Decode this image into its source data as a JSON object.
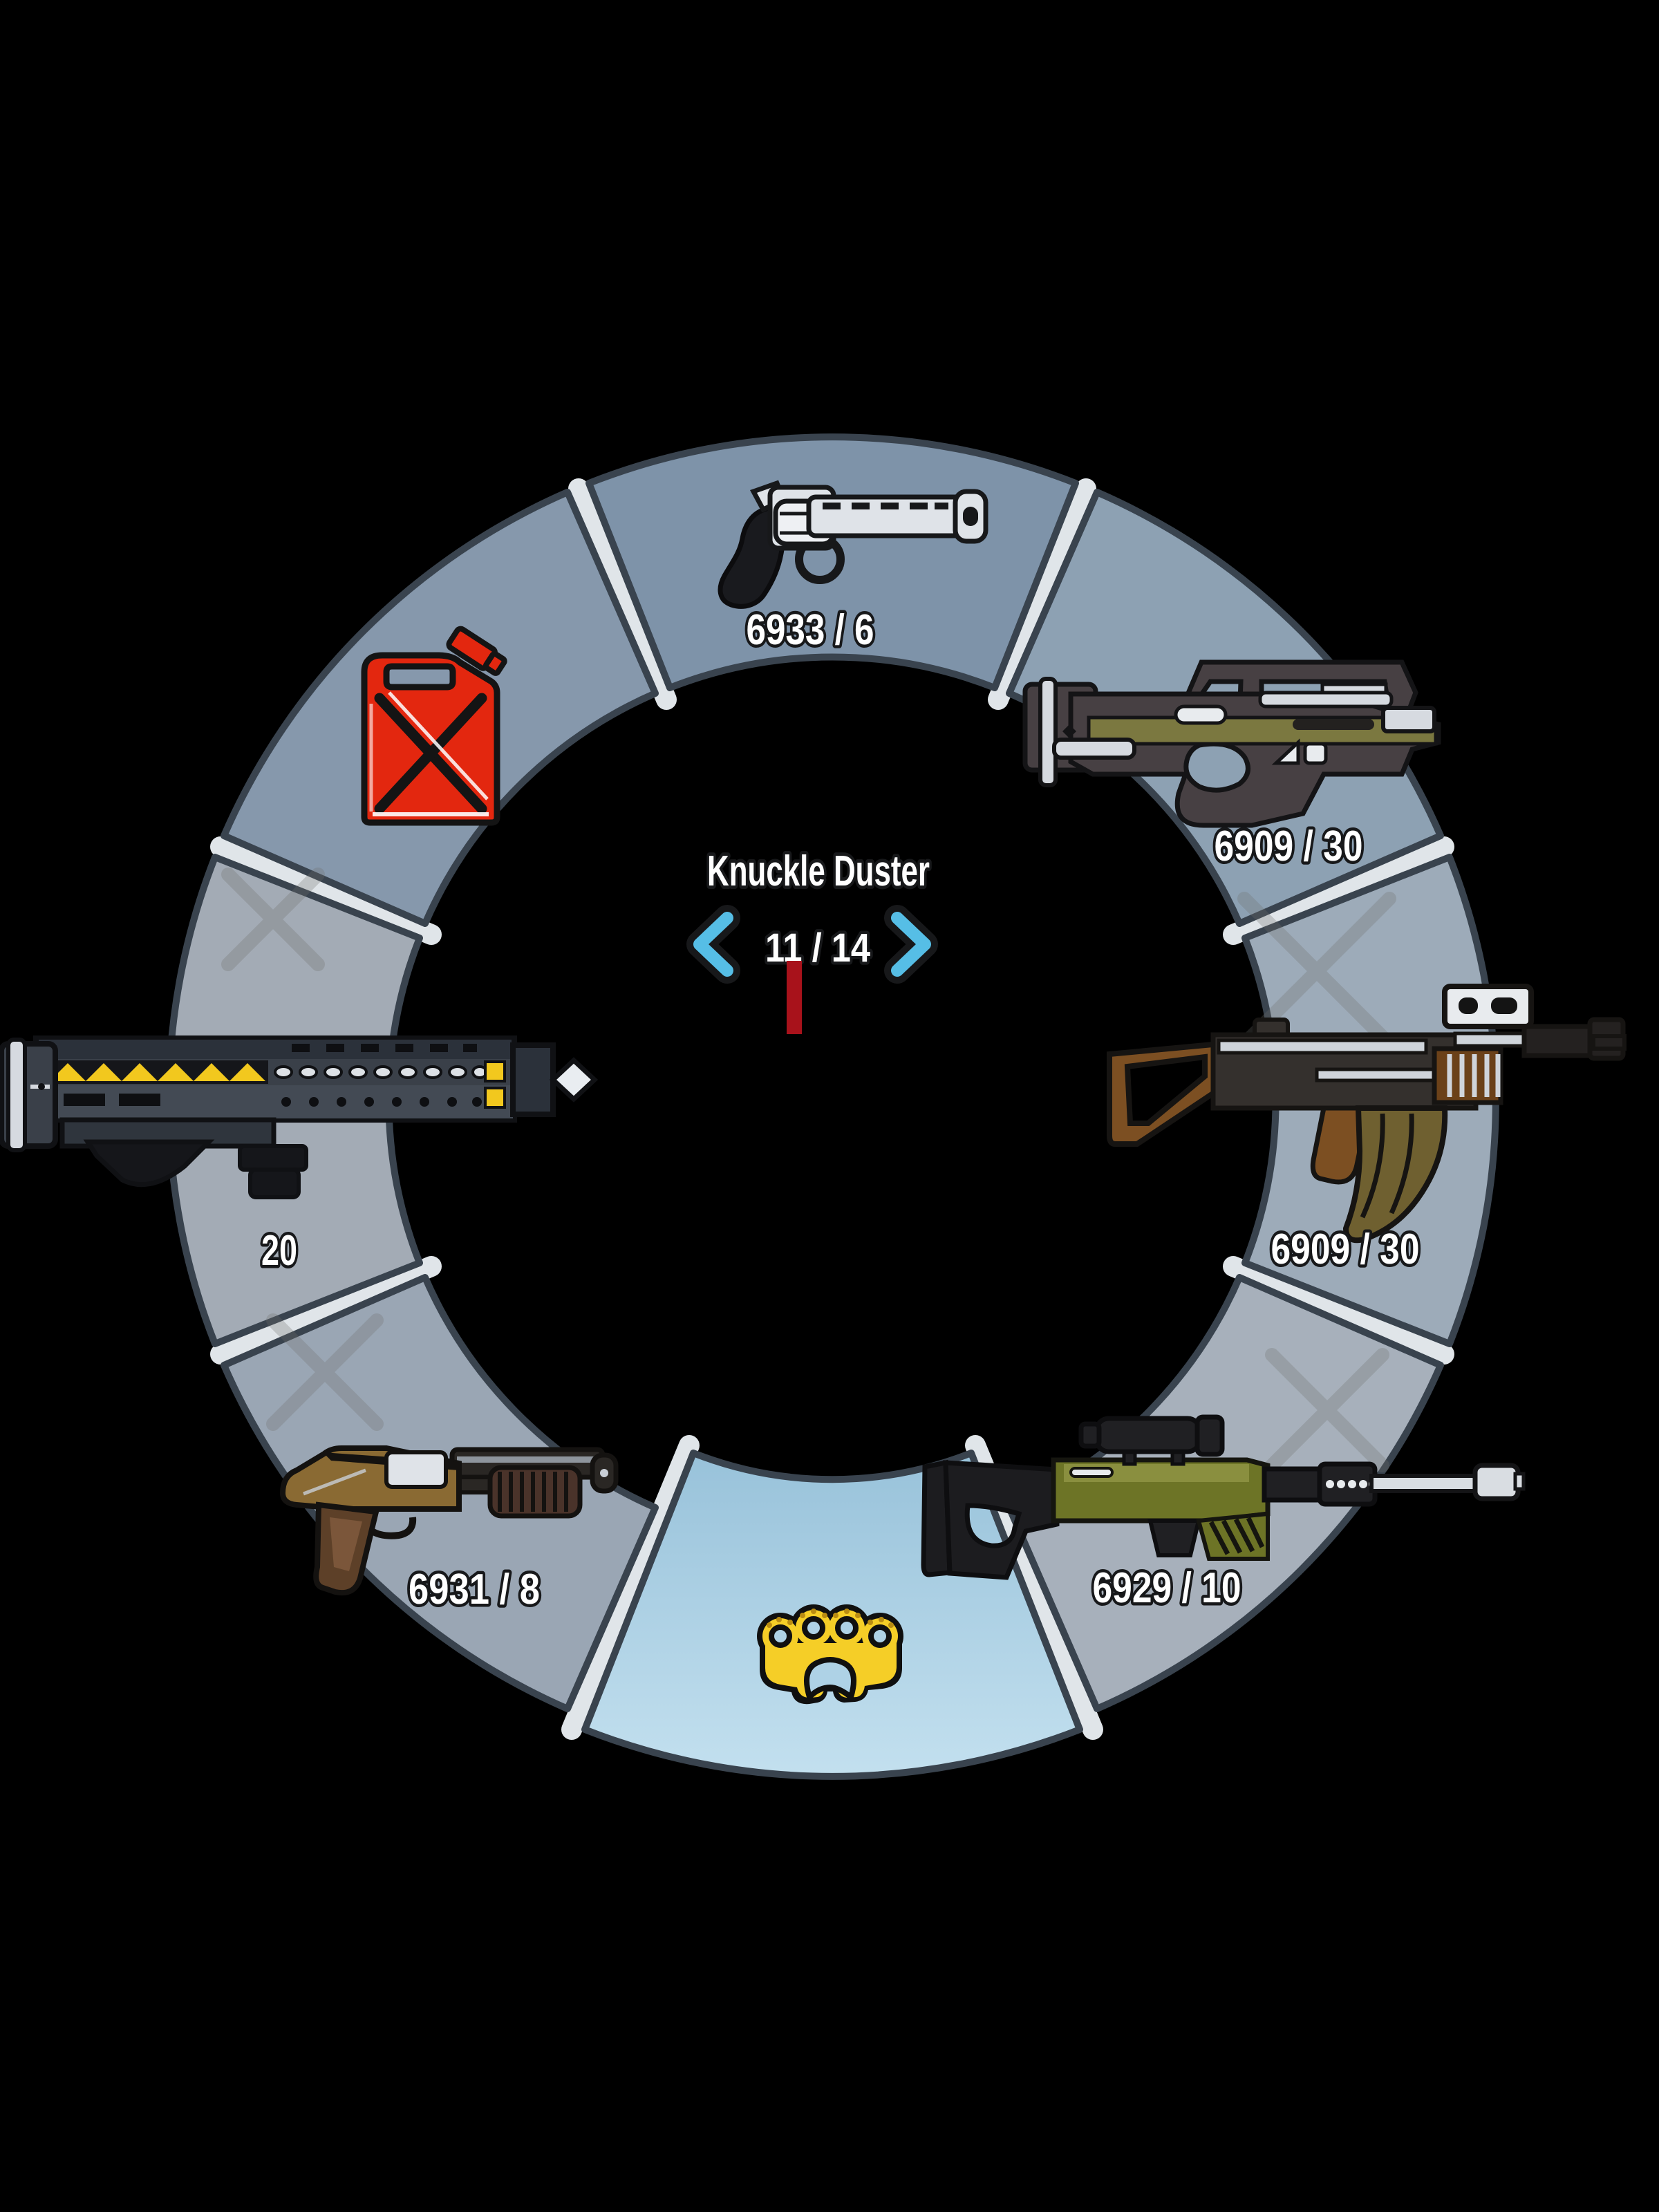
{
  "wheel": {
    "title": "Knuckle Duster",
    "pager": {
      "current": 11,
      "total": 14,
      "display": "11 / 14"
    },
    "segments": [
      {
        "name": "revolver",
        "position": "top",
        "icon": "revolver-icon",
        "ammo": "6933 / 6",
        "selected": false,
        "fill": "#7e93a9"
      },
      {
        "name": "pdw-smg",
        "position": "top-right",
        "icon": "pdw-smg-icon",
        "ammo": "6909 / 30",
        "selected": false,
        "fill": "#8da1b3"
      },
      {
        "name": "assault-rifle",
        "position": "right",
        "icon": "ak-rifle-icon",
        "ammo": "6909 / 30",
        "selected": false,
        "fill": "#9dabb9"
      },
      {
        "name": "sniper-rifle",
        "position": "bottom-right",
        "icon": "sniper-rifle-icon",
        "ammo": "6929 / 10",
        "selected": false,
        "fill": "#a7b0bb"
      },
      {
        "name": "knuckle-duster",
        "position": "bottom",
        "icon": "knuckle-duster-icon",
        "ammo": "",
        "selected": true,
        "fill_top": "#98c2da",
        "fill_bottom": "#c3e0ef"
      },
      {
        "name": "shotgun",
        "position": "bottom-left",
        "icon": "shotgun-icon",
        "ammo": "6931 / 8",
        "selected": false,
        "fill": "#9aa6b4"
      },
      {
        "name": "energy-rifle",
        "position": "left",
        "icon": "energy-rifle-icon",
        "ammo": "20",
        "selected": false,
        "fill": "#a3abb5"
      },
      {
        "name": "jerry-can",
        "position": "top-left",
        "icon": "jerry-can-icon",
        "ammo": "",
        "selected": false,
        "fill": "#8698ac"
      }
    ],
    "colors": {
      "accent": "#56bee6",
      "divider": "#edf2f6",
      "rim": "#39434e",
      "label_fill": "#ffffff",
      "label_stroke": "#17181a",
      "cursor_red": "#a8121b",
      "jerry_red": "#e3270f",
      "knuckle_gold": "#f5ce27",
      "background": "#000000"
    }
  }
}
